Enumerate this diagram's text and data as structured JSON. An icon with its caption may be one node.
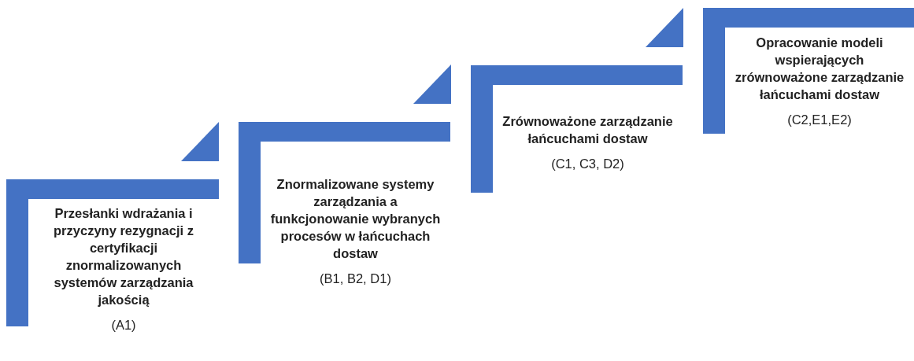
{
  "diagram": {
    "nodes": [
      {
        "text": [
          "Przesłanki wdrażania i przyczyny rezygnacji z certyfikacji znormalizowanych systemów zarządzania jakością",
          "(A1)"
        ]
      },
      {
        "text": [
          "Znormalizowane systemy zarządzania a funkcjonowanie wybranych procesów w łańcuchach dostaw",
          "(B1, B2, D1)"
        ]
      },
      {
        "text": [
          "Zrównoważone zarządzanie łańcuchami dostaw",
          "(C1, C3, D2)"
        ]
      },
      {
        "text": [
          "Opracowanie modeli wspierających zrównoważone zarządzanie łańcuchami dostaw",
          "(C2,E1,E2)"
        ]
      }
    ]
  }
}
